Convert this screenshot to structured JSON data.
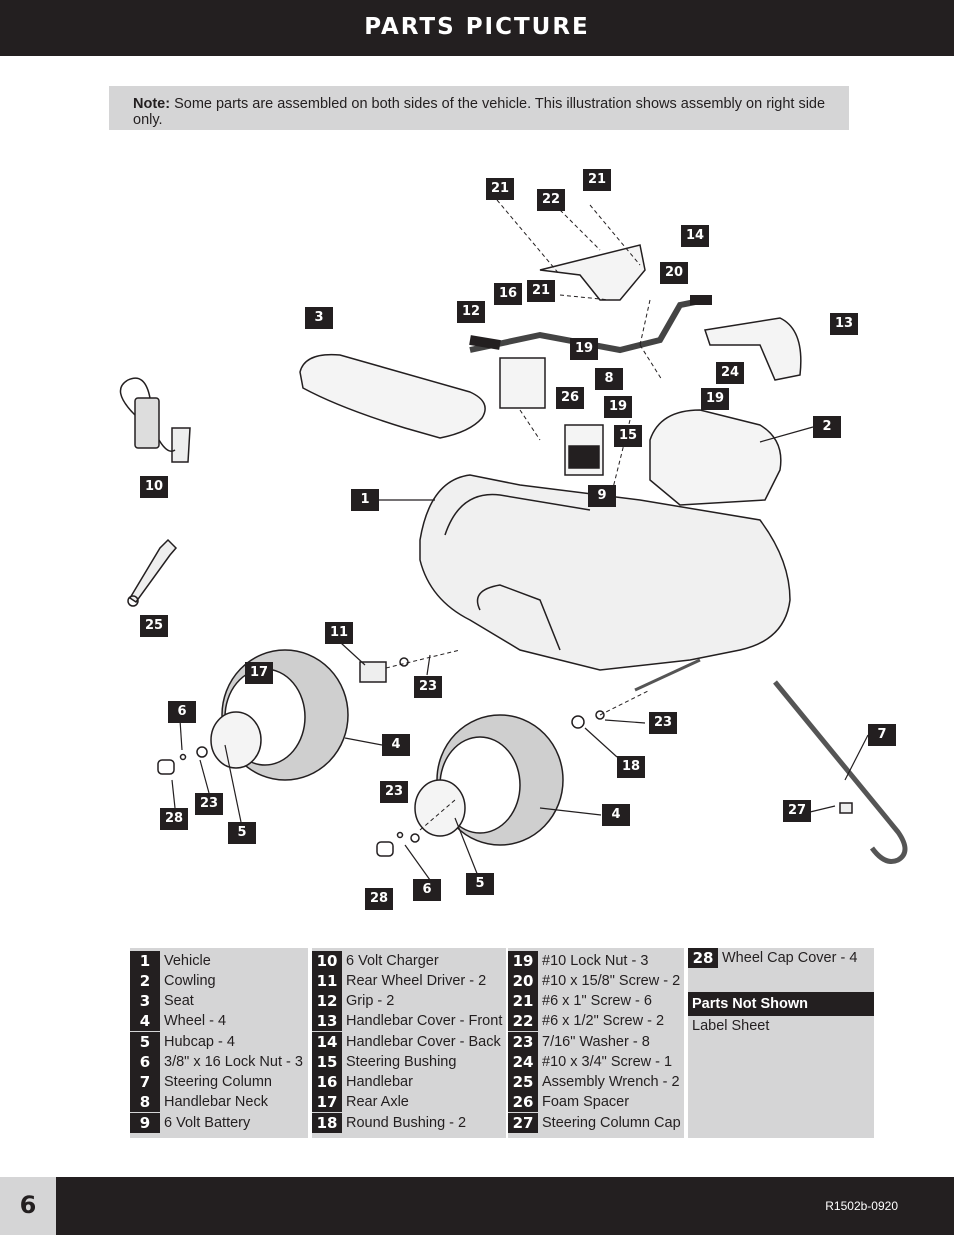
{
  "header": {
    "title": "PARTS PICTURE"
  },
  "note": {
    "label": "Note:",
    "text": " Some parts are assembled on both sides of the vehicle. This illustration shows assembly on right side only."
  },
  "callouts": [
    "21",
    "22",
    "21",
    "14",
    "20",
    "16",
    "21",
    "12",
    "3",
    "13",
    "19",
    "8",
    "24",
    "26",
    "19",
    "19",
    "15",
    "2",
    "10",
    "1",
    "9",
    "25",
    "11",
    "17",
    "23",
    "6",
    "4",
    "23",
    "18",
    "7",
    "28",
    "23",
    "5",
    "23",
    "4",
    "27",
    "28",
    "6",
    "5"
  ],
  "legend": {
    "col1": [
      {
        "n": "1",
        "t": "Vehicle"
      },
      {
        "n": "2",
        "t": "Cowling"
      },
      {
        "n": "3",
        "t": "Seat"
      },
      {
        "n": "4",
        "t": "Wheel - 4"
      },
      {
        "n": "5",
        "t": "Hubcap - 4"
      },
      {
        "n": "6",
        "t": "3/8\" x 16 Lock Nut - 3"
      },
      {
        "n": "7",
        "t": "Steering Column"
      },
      {
        "n": "8",
        "t": "Handlebar Neck"
      },
      {
        "n": "9",
        "t": "6 Volt Battery"
      }
    ],
    "col2": [
      {
        "n": "10",
        "t": "6 Volt Charger"
      },
      {
        "n": "11",
        "t": "Rear Wheel Driver - 2"
      },
      {
        "n": "12",
        "t": "Grip - 2"
      },
      {
        "n": "13",
        "t": "Handlebar Cover - Front"
      },
      {
        "n": "14",
        "t": "Handlebar Cover - Back"
      },
      {
        "n": "15",
        "t": "Steering Bushing"
      },
      {
        "n": "16",
        "t": "Handlebar"
      },
      {
        "n": "17",
        "t": "Rear Axle"
      },
      {
        "n": "18",
        "t": "Round Bushing - 2"
      }
    ],
    "col3": [
      {
        "n": "19",
        "t": "#10 Lock Nut - 3"
      },
      {
        "n": "20",
        "t": "#10 x 15/8\" Screw - 2"
      },
      {
        "n": "21",
        "t": "#6 x 1\" Screw - 6"
      },
      {
        "n": "22",
        "t": "#6 x 1/2\" Screw - 2"
      },
      {
        "n": "23",
        "t": "7/16\" Washer - 8"
      },
      {
        "n": "24",
        "t": "#10 x 3/4\" Screw - 1"
      },
      {
        "n": "25",
        "t": "Assembly Wrench - 2"
      },
      {
        "n": "26",
        "t": "Foam Spacer"
      },
      {
        "n": "27",
        "t": "Steering Column Cap"
      }
    ],
    "col4": [
      {
        "n": "28",
        "t": "Wheel Cap Cover - 4"
      }
    ],
    "not_shown": {
      "title": "Parts Not Shown",
      "items": [
        "Label Sheet"
      ]
    }
  },
  "footer": {
    "page": "6",
    "code": "R1502b-0920"
  }
}
